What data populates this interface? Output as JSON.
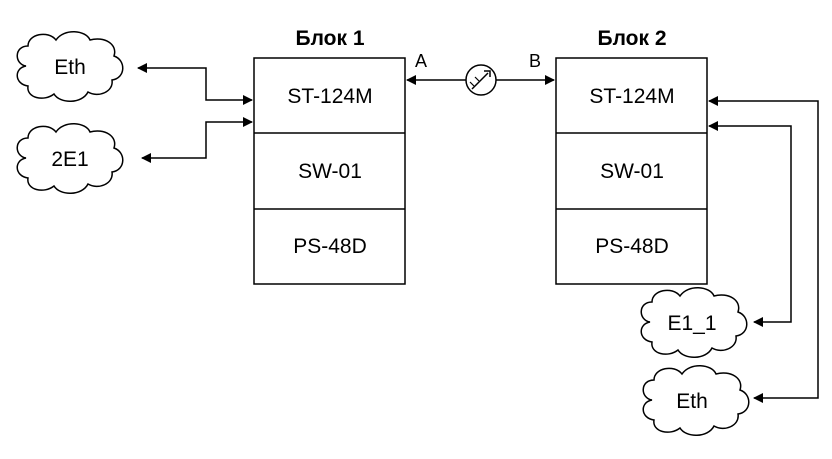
{
  "blocks": [
    {
      "title": "Блок 1",
      "modules": [
        "ST-124M",
        "SW-01",
        "PS-48D"
      ]
    },
    {
      "title": "Блок 2",
      "modules": [
        "ST-124M",
        "SW-01",
        "PS-48D"
      ]
    }
  ],
  "link": {
    "port_a": "A",
    "port_b": "B",
    "icon": "optical-link-icon"
  },
  "clouds": {
    "left_top": "Eth",
    "left_bottom": "2E1",
    "right_top": "E1_1",
    "right_bottom": "Eth",
    "icon": "cloud-icon"
  },
  "colors": {
    "stroke": "#000000",
    "background": "#ffffff"
  }
}
